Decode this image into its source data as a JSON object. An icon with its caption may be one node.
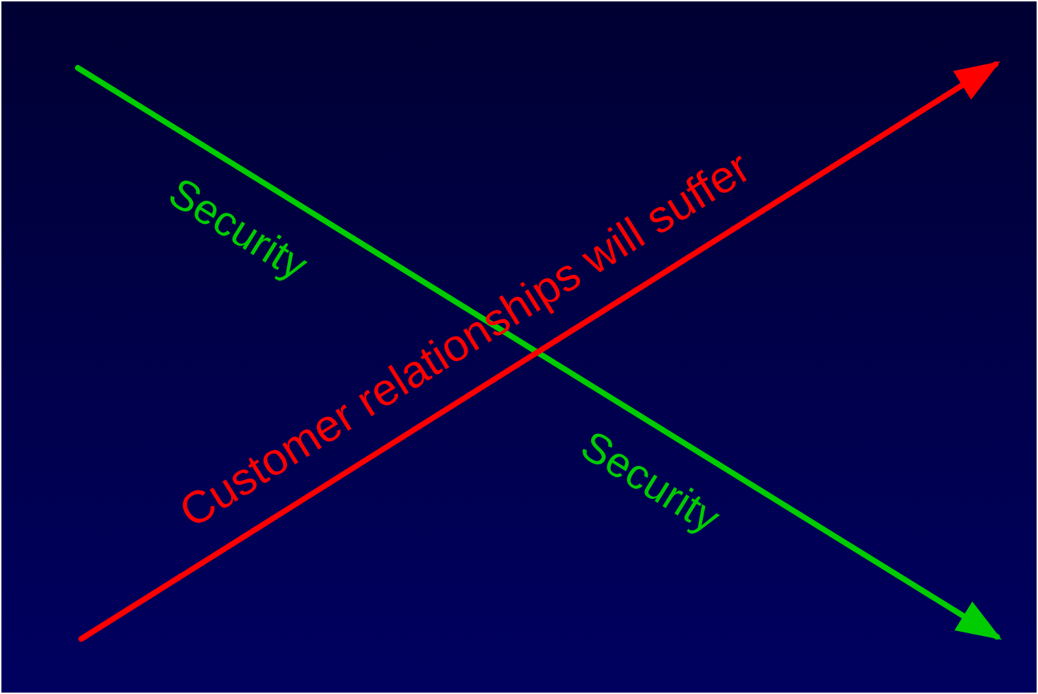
{
  "diagram": {
    "labels": [
      "Security",
      "Customer relationships will suffer",
      "Security"
    ]
  }
}
